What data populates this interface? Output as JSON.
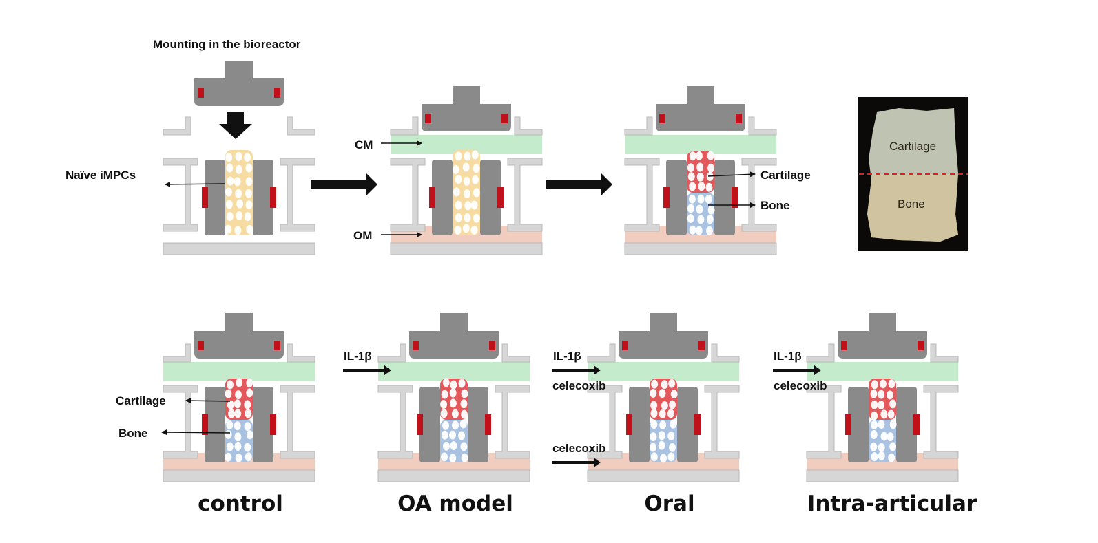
{
  "colors": {
    "medium_cm": "#c4ebcb",
    "medium_om": "#f1cdbf",
    "cells_naive": "#f6dca2",
    "cells_cartilage": "#e3585a",
    "cells_bone": "#a9c2e2",
    "frame": "#d6d6d6",
    "plunger": "#8a8a8a",
    "red_marker": "#c0111b"
  },
  "top_row": {
    "mounting_title": "Mounting in the bioreactor",
    "naive_label": "Naïve iMPCs",
    "cm_label": "CM",
    "om_label": "OM",
    "cartilage_label": "Cartilage",
    "bone_label": "Bone"
  },
  "photo": {
    "cartilage_label": "Cartilage",
    "bone_label": "Bone"
  },
  "bottom_row": {
    "control": {
      "caption": "control",
      "cartilage_label": "Cartilage",
      "bone_label": "Bone"
    },
    "oa_model": {
      "caption": "OA model",
      "il1b_label": "IL-1β"
    },
    "oral": {
      "caption": "Oral",
      "il1b_label": "IL-1β",
      "celecoxib_upper": "celecoxib",
      "celecoxib_lower": "celecoxib"
    },
    "intra": {
      "caption": "Intra-articular",
      "il1b_label": "IL-1β",
      "celecoxib_label": "celecoxib"
    }
  }
}
